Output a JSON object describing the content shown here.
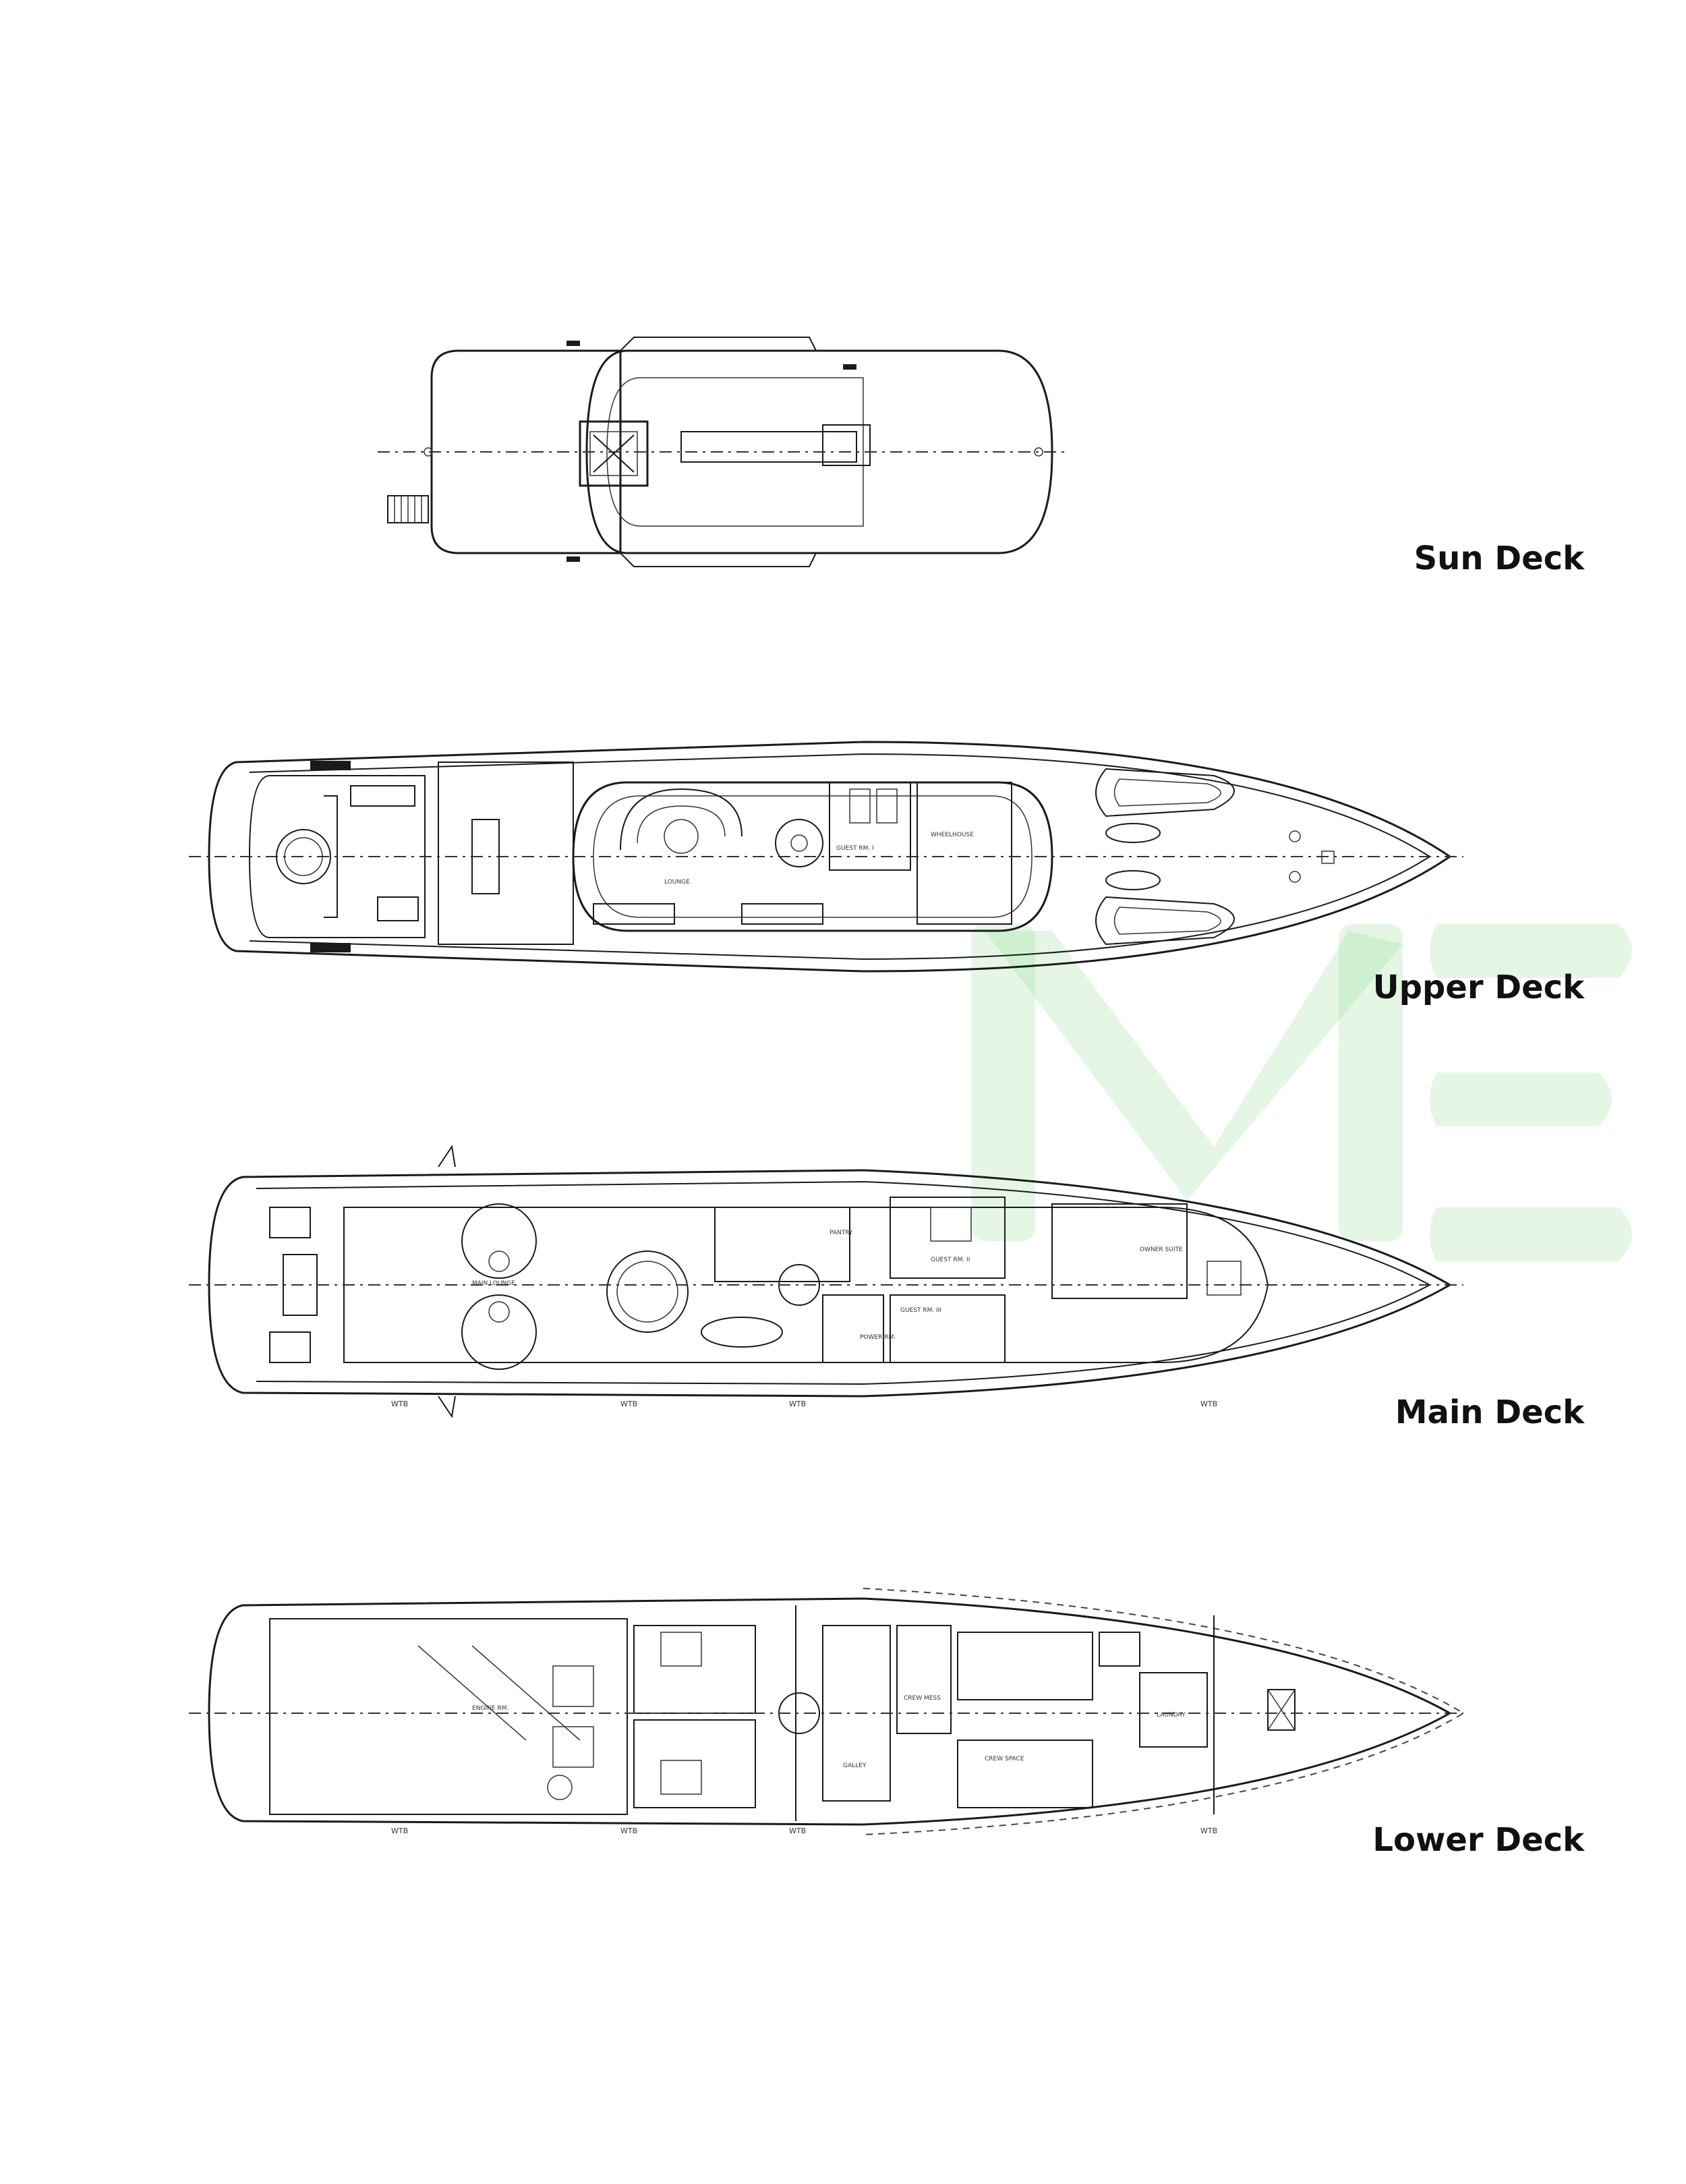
{
  "decks": [
    {
      "id": "sun",
      "label": "Sun Deck"
    },
    {
      "id": "upper",
      "label": "Upper Deck"
    },
    {
      "id": "main",
      "label": "Main Deck"
    },
    {
      "id": "lower",
      "label": "Lower Deck"
    }
  ],
  "rooms": {
    "upper": {
      "lounge": "LOUNGE",
      "guest_rm_1": "GUEST RM. I",
      "wheelhouse": "WHEELHOUSE"
    },
    "main": {
      "main_lounge": "MAIN LOUNGE",
      "pantry": "PANTRY",
      "guest_rm_2": "GUEST RM. II",
      "guest_rm_3": "GUEST RM. III",
      "owner_suite": "OWNER SUITE",
      "power_rm": "POWER RM."
    },
    "lower": {
      "engine_rm": "ENGINE RM.",
      "galley": "GALLEY",
      "crew_mess": "CREW MESS",
      "crew_space": "CREW SPACE",
      "laundry": "LAUNDRY"
    }
  },
  "markers": {
    "wtb": "WTB",
    "centerline": "℄"
  },
  "watermark": {
    "color": "#6fd36a"
  }
}
